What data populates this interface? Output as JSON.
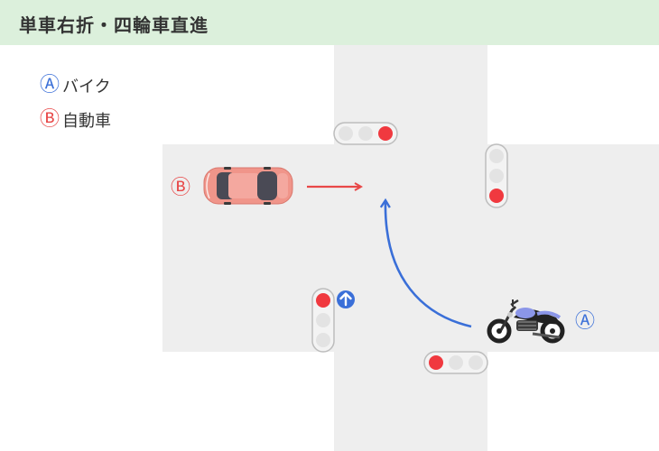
{
  "title": "単車右折・四輪車直進",
  "legend": [
    {
      "marker": "Ⓐ",
      "label": "バイク",
      "color": "#3a6fd8"
    },
    {
      "marker": "Ⓑ",
      "label": "自動車",
      "color": "#e84848"
    }
  ],
  "markers": {
    "car": "Ⓑ",
    "bike": "Ⓐ"
  },
  "colors": {
    "road": "#eeeeee",
    "signal_red": "#f0393f",
    "car_body": "#f0958a",
    "car_arrow": "#e84848",
    "bike_arrow": "#3a6fd8",
    "title_bg": "#dcf0dc"
  },
  "icons": {
    "green_arrow_signal": "up-arrow-circle-icon"
  }
}
